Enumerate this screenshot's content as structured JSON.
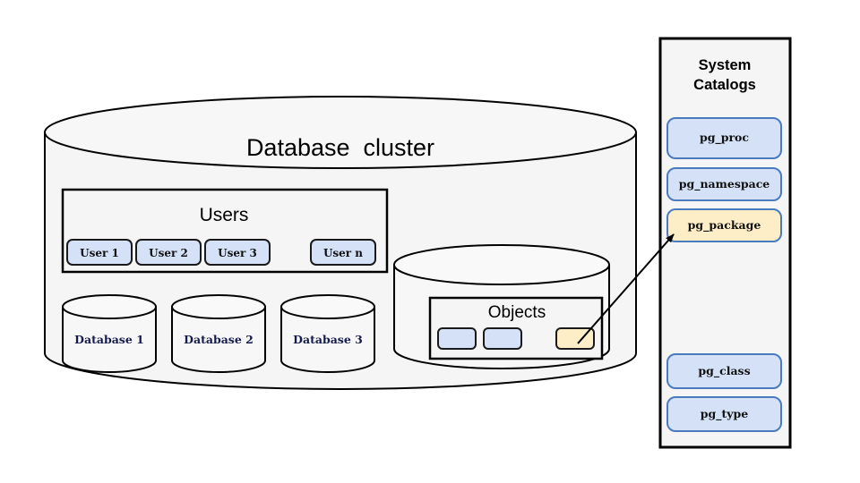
{
  "diagram": {
    "cluster": {
      "title": "Database  cluster"
    },
    "users_group": {
      "title": "Users",
      "users": [
        {
          "label": "User 1"
        },
        {
          "label": "User 2"
        },
        {
          "label": "User 3"
        },
        {
          "label": "User n"
        }
      ]
    },
    "databases": [
      {
        "label": "Database 1"
      },
      {
        "label": "Database 2"
      },
      {
        "label": "Database 3"
      }
    ],
    "objects_group": {
      "title": "Objects",
      "items": [
        {
          "name": "object-chip-1",
          "highlight": false
        },
        {
          "name": "object-chip-2",
          "highlight": false
        },
        {
          "name": "object-chip-highlighted",
          "highlight": true
        }
      ]
    },
    "system_catalogs": {
      "heading_line1": "System",
      "heading_line2": "Catalogs",
      "entries": [
        {
          "label": "pg_proc",
          "highlight": false
        },
        {
          "label": "pg_namespace",
          "highlight": false
        },
        {
          "label": "pg_package",
          "highlight": true
        },
        {
          "label": "pg_class",
          "highlight": false
        },
        {
          "label": "pg_type",
          "highlight": false
        }
      ]
    },
    "connector": {
      "from": "object-chip-highlighted",
      "to": "pg_package"
    }
  },
  "colors": {
    "page_background": "#ffffff",
    "cylinder_fill": "#f5f5f5",
    "panel_fill": "#f5f5f5",
    "outline": "#000000",
    "chip_blue_fill": "#d4e1f7",
    "chip_blue_border": "#4a7bbd",
    "chip_yellow_fill": "#fdeec8",
    "chip_yellow_border": "#4a7bbd",
    "object_chip_border": "#1a1a1a",
    "db_label_color": "#141b4d"
  }
}
